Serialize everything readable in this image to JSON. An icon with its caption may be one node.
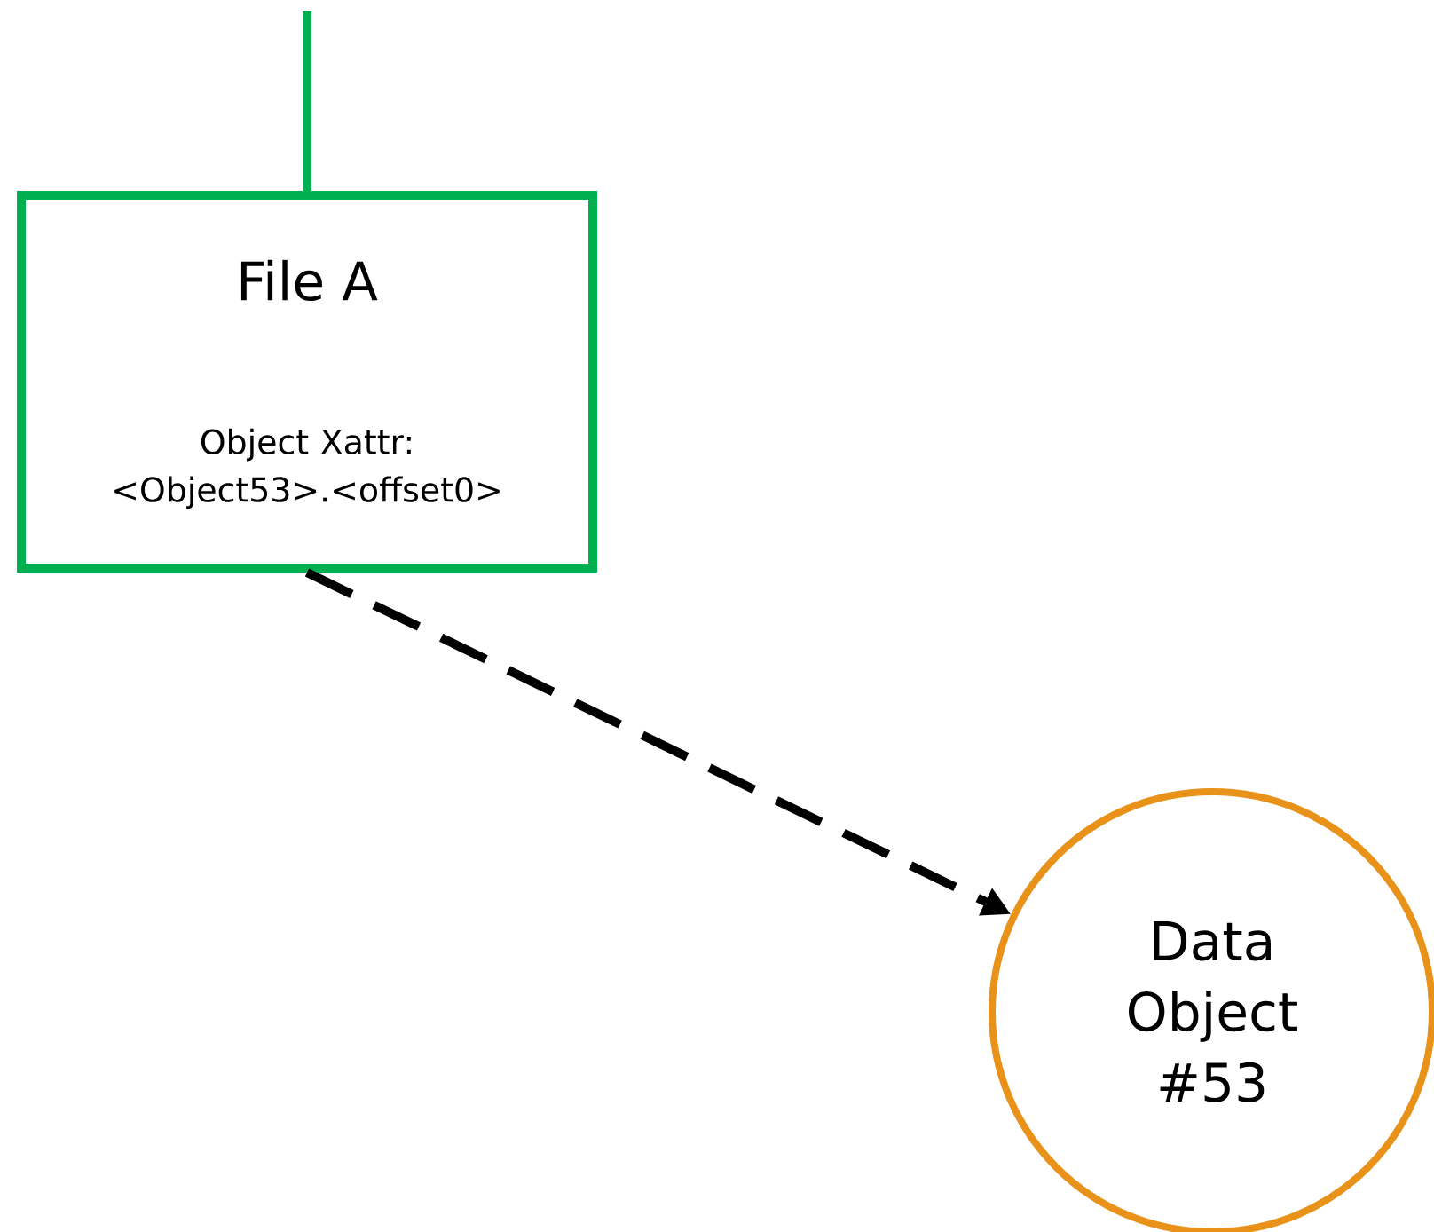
{
  "diagram": {
    "nodes": [
      {
        "text": [
          "File A",
          "Object Xattr: <Object53>.<offset0>"
        ]
      },
      {
        "text": [
          "Data Object #53"
        ]
      }
    ],
    "edges": [
      {
        "from": null,
        "to": 0,
        "arrow": "none",
        "color": "#00b050"
      },
      {
        "from": 0,
        "to": 1,
        "arrow": "to",
        "style": "dashed",
        "color": "#000000"
      }
    ]
  }
}
